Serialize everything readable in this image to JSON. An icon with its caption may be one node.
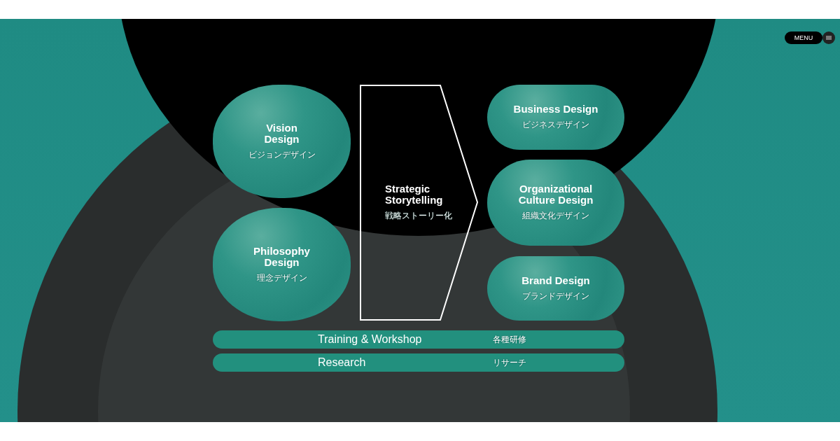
{
  "diagram": {
    "nodes": [
      {
        "text": [
          "Vision Design",
          "ビジョンデザイン"
        ]
      },
      {
        "text": [
          "Philosophy Design",
          "理念デザイン"
        ]
      },
      {
        "text": [
          "Strategic Storytelling",
          "戦略ストーリー化"
        ]
      },
      {
        "text": [
          "Business Design",
          "ビジネスデザイン"
        ]
      },
      {
        "text": [
          "Organizational Culture Design",
          "組織文化デザイン"
        ]
      },
      {
        "text": [
          "Brand Design",
          "ブランドデザイン"
        ]
      },
      {
        "text": [
          "Training & Workshop",
          "各種研修"
        ]
      },
      {
        "text": [
          "Research",
          "リサーチ"
        ]
      }
    ],
    "labels": [
      "MENU"
    ]
  }
}
